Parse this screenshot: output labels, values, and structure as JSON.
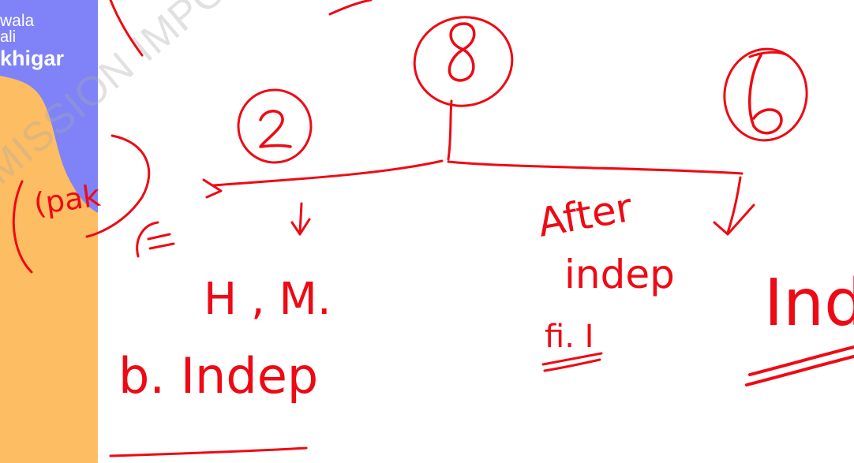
{
  "branding": {
    "line1": "wala",
    "line2": "ali",
    "line3": "khigar"
  },
  "watermark": "MISSION IMPOSSIBLE",
  "colors": {
    "sidebar_orange": "#FDBD63",
    "sidebar_blue": "#7F83F7",
    "ink": "#EE0A14",
    "background": "#FFFFFF"
  },
  "annotations": {
    "circle_left": "2",
    "circle_center": "8",
    "circle_right": "6",
    "side_note": "(pak",
    "left_branch": "H , M.",
    "left_sub": "b. Indep",
    "middle_line1": "After",
    "middle_line2": "indep",
    "middle_sub": "fi. I",
    "right_branch": "Ind"
  }
}
